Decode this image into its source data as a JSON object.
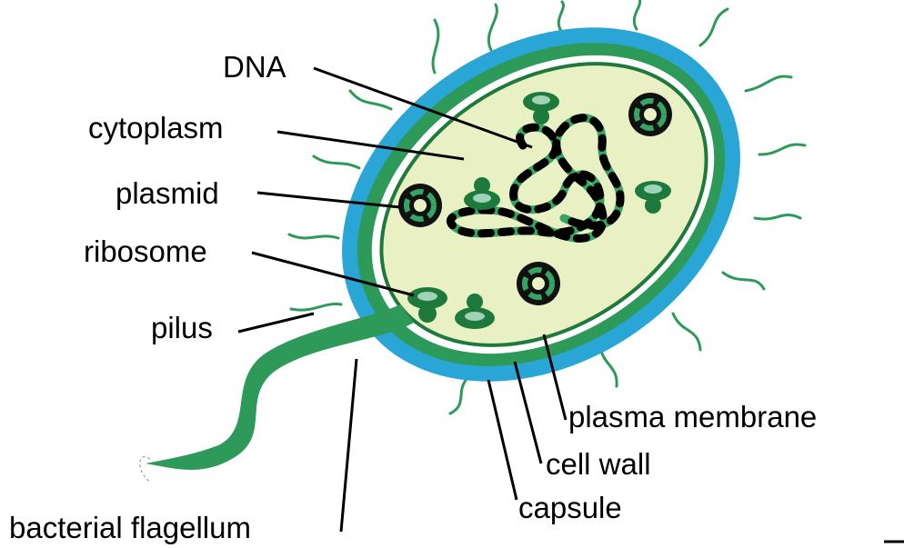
{
  "labels": {
    "dna": "DNA",
    "cytoplasm": "cytoplasm",
    "plasmid": "plasmid",
    "ribosome": "ribosome",
    "pilus": "pilus",
    "plasma_membrane": "plasma membrane",
    "cell_wall": "cell wall",
    "capsule": "capsule",
    "flagellum": "bacterial flagellum"
  },
  "colors": {
    "capsule": "#2aa6d6",
    "cell_wall": "#2e9a5a",
    "membrane_gap": "#ffffff",
    "cytoplasm": "#e9f1c4",
    "dark_green": "#1e7a3c",
    "mid_green": "#34a563",
    "black": "#000000"
  }
}
